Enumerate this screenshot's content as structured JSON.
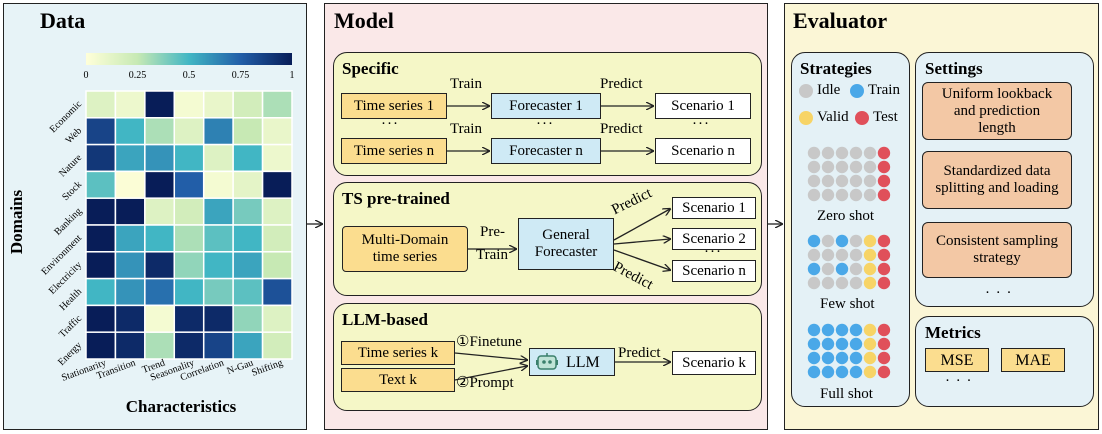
{
  "data_panel": {
    "title": "Data",
    "colorbar_ticks": [
      "0",
      "0.25",
      "0.5",
      "0.75",
      "1"
    ],
    "y_axis_label": "Domains",
    "x_axis_label": "Characteristics",
    "heatmap": {
      "rows": [
        "Economic",
        "Web",
        "Nature",
        "Stock",
        "Banking",
        "Environment",
        "Electricity",
        "Health",
        "Traffic",
        "Energy"
      ],
      "columns": [
        "Stationarity",
        "Transition",
        "Trend",
        "Seasonality",
        "Correlation",
        "N-Gau",
        "Shifting"
      ],
      "values": [
        [
          0.15,
          0.08,
          1.0,
          0.05,
          0.1,
          0.2,
          0.3
        ],
        [
          0.85,
          0.5,
          0.3,
          0.15,
          0.65,
          0.25,
          0.1
        ],
        [
          0.9,
          0.55,
          0.6,
          0.5,
          0.15,
          0.5,
          0.08
        ],
        [
          0.45,
          0.02,
          1.0,
          0.75,
          0.05,
          0.12,
          1.0
        ],
        [
          1.0,
          1.0,
          0.15,
          0.2,
          0.55,
          0.4,
          0.15
        ],
        [
          1.0,
          0.55,
          0.5,
          0.3,
          0.45,
          0.5,
          0.2
        ],
        [
          1.0,
          0.6,
          0.95,
          0.35,
          0.5,
          0.55,
          0.25
        ],
        [
          0.5,
          0.6,
          0.7,
          0.5,
          0.4,
          0.45,
          0.8
        ],
        [
          1.0,
          0.95,
          0.05,
          0.95,
          0.95,
          0.35,
          0.15
        ],
        [
          1.0,
          0.95,
          0.3,
          0.95,
          0.85,
          0.55,
          0.2
        ]
      ]
    }
  },
  "model_panel": {
    "title": "Model",
    "specific": {
      "title": "Specific",
      "input_1": "Time series 1",
      "input_n": "Time series n",
      "forecaster_1": "Forecaster 1",
      "forecaster_n": "Forecaster n",
      "scenario_1": "Scenario 1",
      "scenario_n": "Scenario n",
      "train_label": "Train",
      "predict_label": "Predict",
      "ellipsis": "···"
    },
    "ts_pretrained": {
      "title": "TS pre-trained",
      "input": "Multi-Domain time series",
      "pretrain_label_1": "Pre-",
      "pretrain_label_2": "Train",
      "forecaster": "General Forecaster",
      "predict_label": "Predict",
      "scenario_1": "Scenario 1",
      "scenario_2": "Scenario 2",
      "scenario_n": "Scenario n",
      "ellipsis": "···"
    },
    "llm_based": {
      "title": "LLM-based",
      "input_1": "Time series k",
      "input_2": "Text k",
      "finetune_label": "①Finetune",
      "prompt_label": "②Prompt",
      "llm": "LLM",
      "predict_label": "Predict",
      "scenario": "Scenario k"
    }
  },
  "evaluator_panel": {
    "title": "Evaluator",
    "strategies": {
      "title": "Strategies",
      "legend": [
        {
          "label": "Idle",
          "color": "#c8c8c8"
        },
        {
          "label": "Train",
          "color": "#4aa8e8"
        },
        {
          "label": "Valid",
          "color": "#f7d466"
        },
        {
          "label": "Test",
          "color": "#e0505a"
        }
      ],
      "zero_shot": "Zero shot",
      "few_shot": "Few shot",
      "full_shot": "Full shot"
    },
    "settings": {
      "title": "Settings",
      "items": [
        "Uniform lookback and prediction length",
        "Standardized data splitting and loading",
        "Consistent sampling strategy"
      ],
      "ellipsis": "· · ·"
    },
    "metrics": {
      "title": "Metrics",
      "items": [
        "MSE",
        "MAE"
      ],
      "ellipsis": "· · ·"
    }
  },
  "colors": {
    "data_bg": "#e7f3f7",
    "model_bg": "#fae8e8",
    "evaluator_bg": "#fbf6d6",
    "sub_bg": "#f5f7c7",
    "eval_sub_bg": "#e4f1f6"
  }
}
